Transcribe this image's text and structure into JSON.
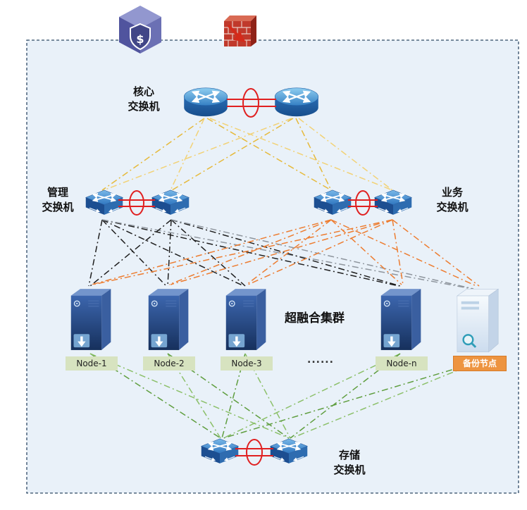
{
  "panel": {
    "bg": "#e9f1f9",
    "border_color": "#2f4a66"
  },
  "titles": {
    "core_switch": "核心\n交换机",
    "mgmt_switch": "管理\n交换机",
    "biz_switch": "业务\n交换机",
    "storage_switch": "存储\n交换机",
    "cluster": "超融合集群",
    "ellipsis": "......"
  },
  "cluster_nodes": [
    {
      "label": "Node-1"
    },
    {
      "label": "Node-2"
    },
    {
      "label": "Node-3"
    },
    {
      "label": "Node-n"
    }
  ],
  "backup_node": {
    "label": "备份节点"
  },
  "icons": {
    "security": {
      "name": "shield-dollar-icon",
      "glyph": "$"
    },
    "firewall": {
      "name": "firewall-icon"
    },
    "switch": {
      "name": "switch-icon"
    },
    "router": {
      "name": "core-router-icon"
    },
    "server": {
      "name": "server-tower-icon"
    },
    "backup_server": {
      "name": "backup-server-icon"
    }
  },
  "colors": {
    "core_link_a": "#e6ba3c",
    "core_link_b": "#f2d276",
    "mgmt_link": "#1f1f1f",
    "mgmt_link_alt": "#8f969e",
    "biz_link": "#ed7d31",
    "storage_link_a": "#5f9e3f",
    "storage_link_b": "#8cc06a",
    "stack_link": "#e02020",
    "node_label_bg": "#d7e3c0",
    "backup_label_bg": "#ed9440"
  },
  "style": {
    "edge_dash": "9 4 2 4",
    "edge_width": 1.5
  },
  "edges": [
    [
      290,
      168,
      145,
      270,
      "#e6ba3c"
    ],
    [
      290,
      168,
      242,
      270,
      "#f2d276"
    ],
    [
      294,
      168,
      470,
      270,
      "#e6ba3c"
    ],
    [
      298,
      168,
      557,
      270,
      "#f2d276"
    ],
    [
      414,
      168,
      147,
      270,
      "#f2d276"
    ],
    [
      416,
      168,
      244,
      270,
      "#e6ba3c"
    ],
    [
      420,
      168,
      470,
      270,
      "#e6ba3c"
    ],
    [
      424,
      168,
      557,
      270,
      "#f2d276"
    ],
    [
      145,
      312,
      126,
      406,
      "#1f1f1f"
    ],
    [
      145,
      312,
      236,
      406,
      "#1f1f1f"
    ],
    [
      145,
      312,
      346,
      406,
      "#1f1f1f"
    ],
    [
      145,
      312,
      566,
      406,
      "#1f1f1f"
    ],
    [
      145,
      312,
      670,
      410,
      "#8f969e"
    ],
    [
      243,
      312,
      128,
      406,
      "#1f1f1f"
    ],
    [
      243,
      312,
      238,
      406,
      "#1f1f1f"
    ],
    [
      243,
      312,
      348,
      406,
      "#1f1f1f"
    ],
    [
      243,
      312,
      568,
      406,
      "#1f1f1f"
    ],
    [
      243,
      312,
      672,
      410,
      "#8f969e"
    ],
    [
      470,
      312,
      130,
      404,
      "#ed7d31"
    ],
    [
      470,
      312,
      240,
      404,
      "#ed7d31"
    ],
    [
      470,
      312,
      350,
      404,
      "#ed7d31"
    ],
    [
      470,
      312,
      570,
      404,
      "#ed7d31"
    ],
    [
      470,
      312,
      676,
      406,
      "#ed7d31"
    ],
    [
      557,
      312,
      132,
      404,
      "#ed7d31"
    ],
    [
      557,
      312,
      242,
      404,
      "#ed7d31"
    ],
    [
      557,
      312,
      352,
      404,
      "#ed7d31"
    ],
    [
      557,
      312,
      572,
      404,
      "#ed7d31"
    ],
    [
      557,
      312,
      680,
      406,
      "#ed7d31"
    ],
    [
      128,
      502,
      313,
      622,
      "#5f9e3f"
    ],
    [
      128,
      502,
      410,
      622,
      "#8cc06a"
    ],
    [
      238,
      502,
      313,
      622,
      "#8cc06a"
    ],
    [
      238,
      502,
      410,
      622,
      "#5f9e3f"
    ],
    [
      348,
      502,
      315,
      622,
      "#5f9e3f"
    ],
    [
      348,
      502,
      412,
      622,
      "#8cc06a"
    ],
    [
      568,
      502,
      317,
      622,
      "#8cc06a"
    ],
    [
      568,
      502,
      412,
      622,
      "#5f9e3f"
    ],
    [
      678,
      514,
      317,
      622,
      "#5f9e3f"
    ],
    [
      678,
      514,
      414,
      622,
      "#8cc06a"
    ]
  ]
}
